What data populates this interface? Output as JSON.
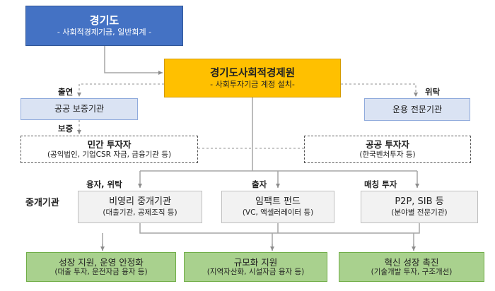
{
  "gyeonggi": {
    "title": "경기도",
    "sub": "- 사회적경제기금, 일반회계 -"
  },
  "institute": {
    "title": "경기도사회적경제원",
    "sub": "- 사회투자기금 계정 설치-"
  },
  "guarantee_org": {
    "title": "공공 보증기관"
  },
  "asset_manager": {
    "title": "운용 전문기관"
  },
  "private_investor": {
    "title": "민간 투자자",
    "sub": "(공익법인, 기업CSR 자금, 금융기관 등)"
  },
  "public_investor": {
    "title": "공공 투자자",
    "sub": "(한국벤처투자 등)"
  },
  "nonprofit": {
    "title": "비영리 중개기관",
    "sub": "(대출기관, 공제조직 등)"
  },
  "impact_fund": {
    "title": "임팩트 펀드",
    "sub": "(VC, 액셀러레이터 등)"
  },
  "p2p": {
    "title": "P2P, SIB 등",
    "sub": "(분야별 전문기관)"
  },
  "growth": {
    "title": "성장 지원, 운영 안정화",
    "sub": "(대출 투자, 운전자금 융자 등)"
  },
  "scale": {
    "title": "규모화 지원",
    "sub": "(지역자산화, 시설자금 융자 등)"
  },
  "innovation": {
    "title": "혁신 성장 촉진",
    "sub": "(기술개발 투자, 구조개선)"
  },
  "labels": {
    "contribution": "출연",
    "consign": "위탁",
    "guarantee": "보증",
    "loan_consign": "융자, 위탁",
    "investment": "출자",
    "matching": "매칭 투자",
    "intermediary": "중개기관"
  }
}
